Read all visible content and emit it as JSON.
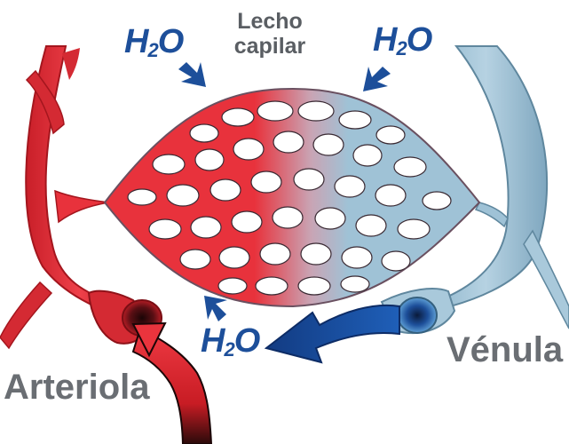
{
  "title": {
    "line1": "Lecho",
    "line2": "capilar"
  },
  "labels": {
    "arteriole": "Arteriola",
    "venule": "Vénula"
  },
  "water": {
    "letter_h": "H",
    "subscript": "2",
    "letter_o": "O"
  },
  "colors": {
    "arterial": "#e8323c",
    "arterial_dark": "#b81e26",
    "venous": "#9fc2d6",
    "venous_dark": "#6f97b0",
    "water_arrow": "#1d4f9a",
    "flow_out": "#1a4a9c",
    "label_gray": "#6a6e73"
  },
  "icons": [
    "diagonal-arrow-in-icon",
    "flow-arrow-icon"
  ]
}
